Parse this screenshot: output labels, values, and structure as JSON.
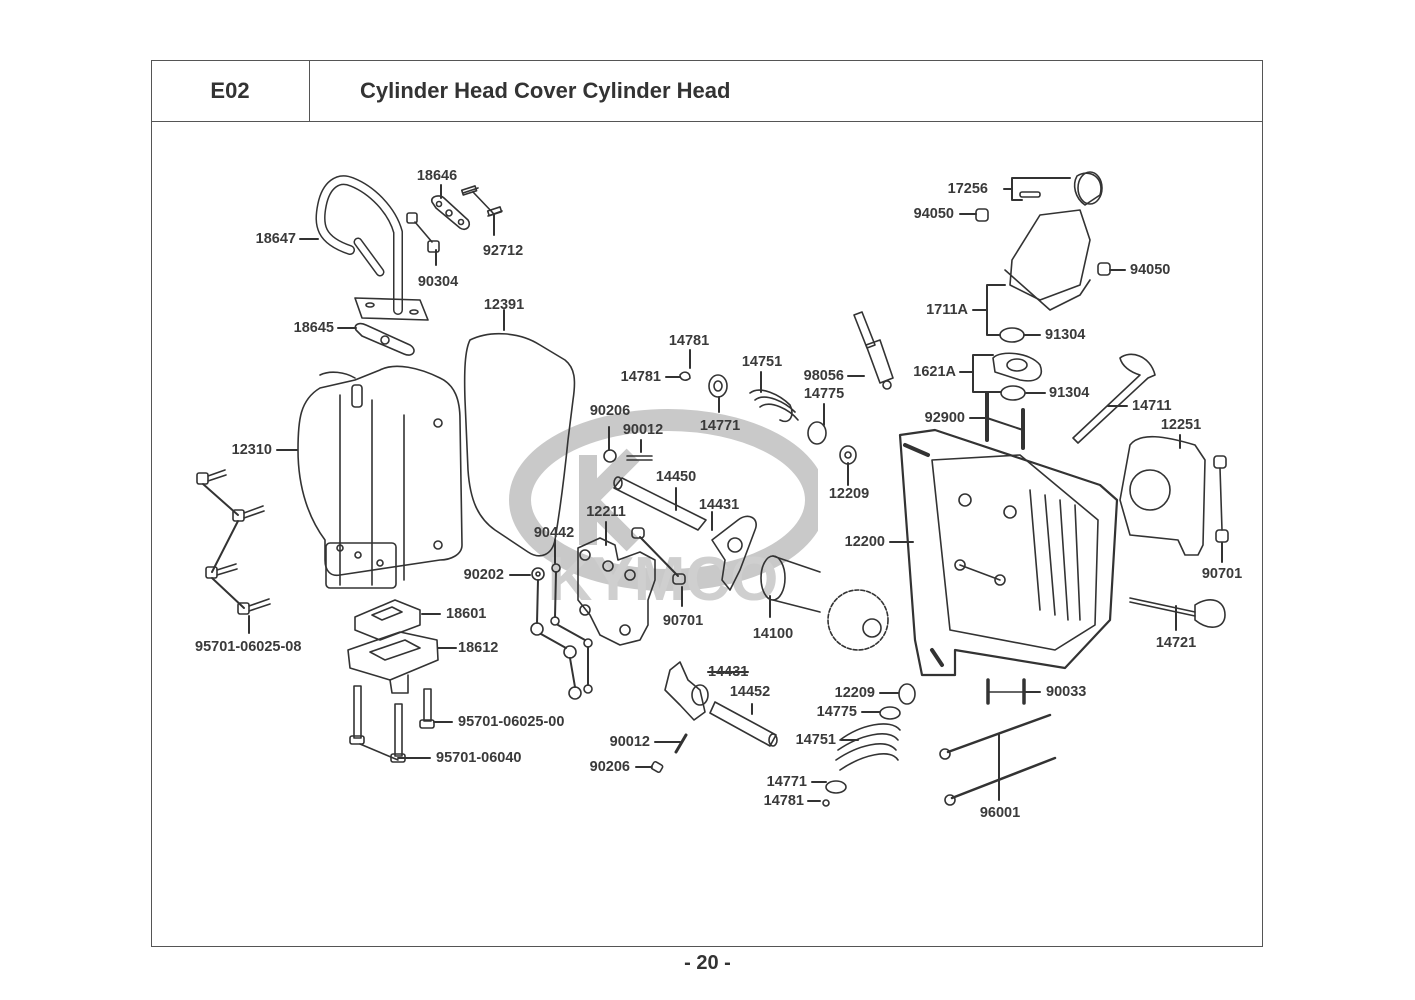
{
  "header": {
    "section_code": "E02",
    "title": "Cylinder Head Cover  Cylinder Head"
  },
  "footer": {
    "page_number": "- 20 -"
  },
  "watermark": {
    "brand": "KYMCO",
    "color": "#c8c8c8"
  },
  "colors": {
    "line": "#333333",
    "text": "#333333",
    "frame": "#555555"
  },
  "part_labels": [
    {
      "id": "p18646",
      "text": "18646"
    },
    {
      "id": "p18647",
      "text": "18647"
    },
    {
      "id": "p92712",
      "text": "92712"
    },
    {
      "id": "p90304",
      "text": "90304"
    },
    {
      "id": "p12391",
      "text": "12391"
    },
    {
      "id": "p18645",
      "text": "18645"
    },
    {
      "id": "p12310",
      "text": "12310"
    },
    {
      "id": "p95701_06025_08",
      "text": "95701-06025-08"
    },
    {
      "id": "p18601",
      "text": "18601"
    },
    {
      "id": "p18612",
      "text": "18612"
    },
    {
      "id": "p95701_06025_00",
      "text": "95701-06025-00"
    },
    {
      "id": "p95701_06040",
      "text": "95701-06040"
    },
    {
      "id": "p90202",
      "text": "90202"
    },
    {
      "id": "p90442",
      "text": "90442"
    },
    {
      "id": "p12211",
      "text": "12211"
    },
    {
      "id": "p90206a",
      "text": "90206"
    },
    {
      "id": "p90012a",
      "text": "90012"
    },
    {
      "id": "p14450",
      "text": "14450"
    },
    {
      "id": "p14431a",
      "text": "14431"
    },
    {
      "id": "p90701a",
      "text": "90701"
    },
    {
      "id": "p14781a",
      "text": "14781"
    },
    {
      "id": "p14781b",
      "text": "14781"
    },
    {
      "id": "p14771a",
      "text": "14771"
    },
    {
      "id": "p14751a",
      "text": "14751"
    },
    {
      "id": "p14775a",
      "text": "14775"
    },
    {
      "id": "p98056",
      "text": "98056"
    },
    {
      "id": "p12209a",
      "text": "12209"
    },
    {
      "id": "p14100",
      "text": "14100"
    },
    {
      "id": "p14431b",
      "text": "14431"
    },
    {
      "id": "p14452",
      "text": "14452"
    },
    {
      "id": "p90012b",
      "text": "90012"
    },
    {
      "id": "p90206b",
      "text": "90206"
    },
    {
      "id": "p12209b",
      "text": "12209"
    },
    {
      "id": "p14775b",
      "text": "14775"
    },
    {
      "id": "p14751b",
      "text": "14751"
    },
    {
      "id": "p14771b",
      "text": "14771"
    },
    {
      "id": "p14781c",
      "text": "14781"
    },
    {
      "id": "p17256",
      "text": "17256"
    },
    {
      "id": "p94050a",
      "text": "94050"
    },
    {
      "id": "p94050b",
      "text": "94050"
    },
    {
      "id": "p1711A",
      "text": "1711A"
    },
    {
      "id": "p91304a",
      "text": "91304"
    },
    {
      "id": "p1621A",
      "text": "1621A"
    },
    {
      "id": "p91304b",
      "text": "91304"
    },
    {
      "id": "p14711",
      "text": "14711"
    },
    {
      "id": "p92900",
      "text": "92900"
    },
    {
      "id": "p12251",
      "text": "12251"
    },
    {
      "id": "p12200",
      "text": "12200"
    },
    {
      "id": "p90701b",
      "text": "90701"
    },
    {
      "id": "p14721",
      "text": "14721"
    },
    {
      "id": "p90033",
      "text": "90033"
    },
    {
      "id": "p96001",
      "text": "96001"
    }
  ]
}
